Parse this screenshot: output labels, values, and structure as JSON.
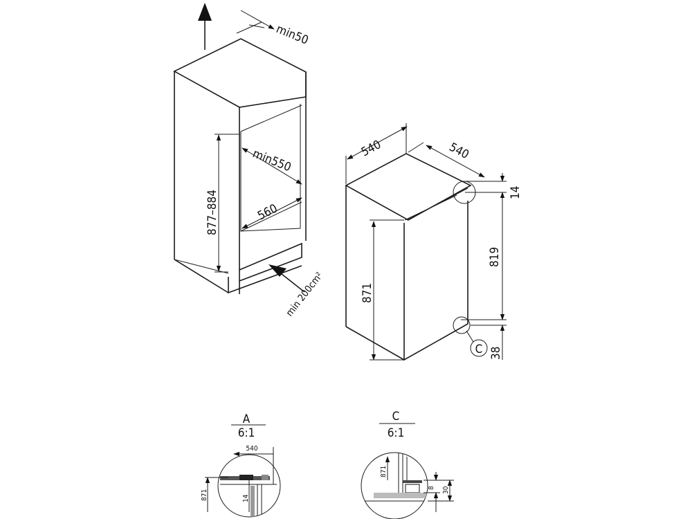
{
  "niche": {
    "min_top_gap": "min50",
    "niche_height": "877–884",
    "niche_depth": "min550",
    "niche_width": "560",
    "vent_area": "min 200cm²"
  },
  "appliance": {
    "width": "540",
    "depth": "540",
    "top_offset": "14",
    "door_top_height": "819",
    "height": "871",
    "bottom_offset": "38",
    "detail_callout": "C"
  },
  "detail_a": {
    "letter": "A",
    "scale": "6:1",
    "width": "540",
    "height": "871",
    "offset": "14"
  },
  "detail_c": {
    "letter": "C",
    "scale": "6:1",
    "height": "871",
    "offset_small": "8",
    "offset_large": "30"
  }
}
